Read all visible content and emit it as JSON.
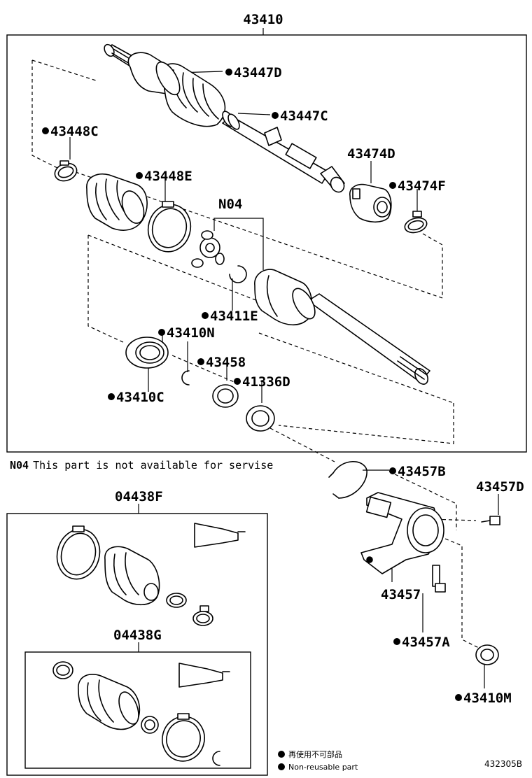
{
  "diagram": {
    "top_assembly_number": "43410",
    "note": {
      "code": "N04",
      "text": "This part is not available for servise"
    },
    "labels": [
      {
        "key": "43447D",
        "text": "43447D",
        "nonreusable": true
      },
      {
        "key": "43447C",
        "text": "43447C",
        "nonreusable": true
      },
      {
        "key": "43448C",
        "text": "43448C",
        "nonreusable": true
      },
      {
        "key": "43448E",
        "text": "43448E",
        "nonreusable": true
      },
      {
        "key": "43474D",
        "text": "43474D",
        "nonreusable": false
      },
      {
        "key": "43474F",
        "text": "43474F",
        "nonreusable": true
      },
      {
        "key": "N04",
        "text": "N04",
        "nonreusable": false
      },
      {
        "key": "43411E",
        "text": "43411E",
        "nonreusable": true
      },
      {
        "key": "43410N",
        "text": "43410N",
        "nonreusable": true
      },
      {
        "key": "43458",
        "text": "43458",
        "nonreusable": true
      },
      {
        "key": "41336D",
        "text": "41336D",
        "nonreusable": true
      },
      {
        "key": "43410C",
        "text": "43410C",
        "nonreusable": true
      },
      {
        "key": "43457B",
        "text": "43457B",
        "nonreusable": true
      },
      {
        "key": "43457D",
        "text": "43457D",
        "nonreusable": false
      },
      {
        "key": "43457",
        "text": "43457",
        "nonreusable": false
      },
      {
        "key": "43457A",
        "text": "43457A",
        "nonreusable": true
      },
      {
        "key": "43410M",
        "text": "43410M",
        "nonreusable": true
      },
      {
        "key": "04438F",
        "text": "04438F",
        "nonreusable": false
      },
      {
        "key": "04438G",
        "text": "04438G",
        "nonreusable": false
      }
    ],
    "legend": [
      {
        "symbol": "●",
        "text": "再使用不可部品"
      },
      {
        "symbol": "●",
        "text": "Non-reusable part"
      }
    ],
    "illustration_code": "432305B"
  }
}
